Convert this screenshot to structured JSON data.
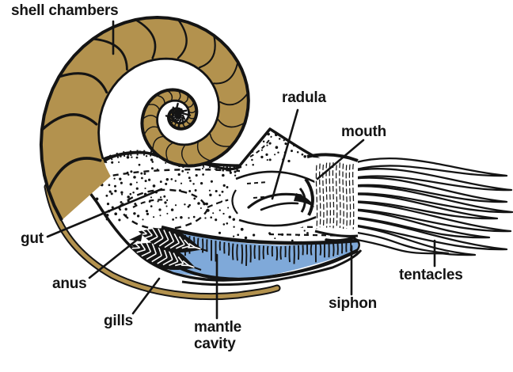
{
  "labels": {
    "shell_chambers": "shell chambers",
    "radula": "radula",
    "mouth": "mouth",
    "gut": "gut",
    "anus": "anus",
    "gills": "gills",
    "mantle_cavity": "mantle cavity",
    "siphon": "siphon",
    "tentacles": "tentacles"
  },
  "colors": {
    "shell": "#b3924e",
    "mantle_cavity": "#7fa9d9",
    "ink": "#141414",
    "background": "#ffffff"
  }
}
